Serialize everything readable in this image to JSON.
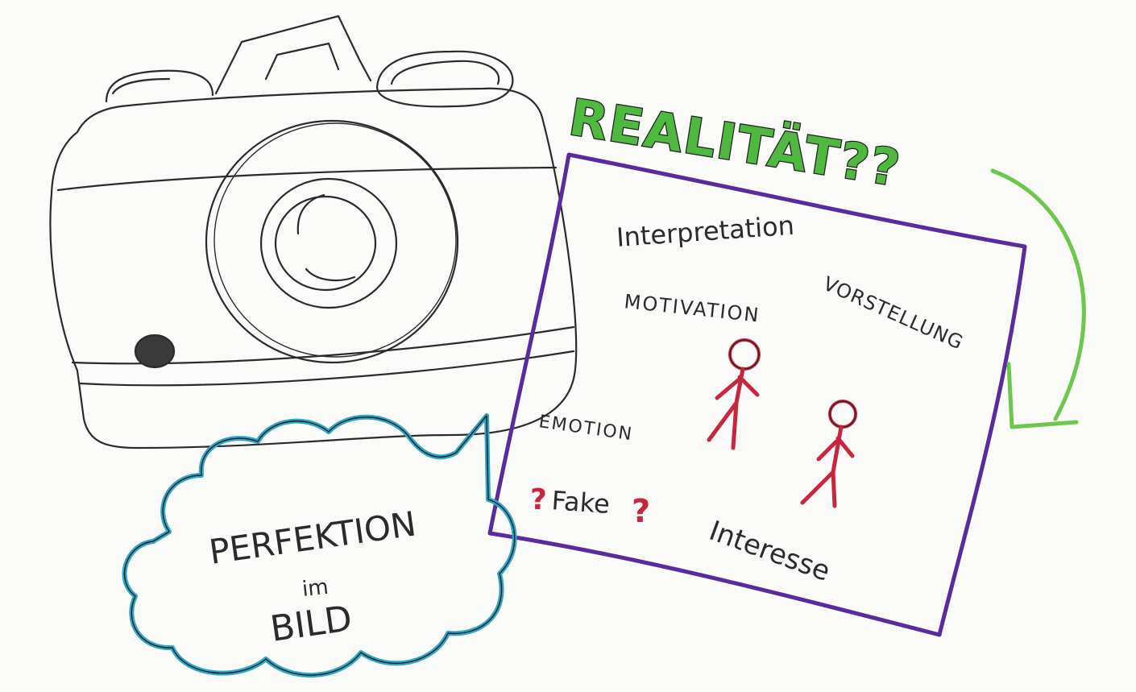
{
  "title": "REALITÄT??",
  "words": {
    "interpretation": "Interpretation",
    "motivation": "MOTIVATION",
    "vorstellung": "VORSTELLUNG",
    "emotion": "EMOTION",
    "fake_q_left": "?",
    "fake": "Fake",
    "fake_q_right": "?",
    "interesse": "Interesse"
  },
  "cloud": {
    "line1": "PERFEKTION",
    "line2": "im",
    "line3": "BILD"
  },
  "colors": {
    "title_green": "#4fb83f",
    "frame_purple": "#5a2aa0",
    "cloud_blue": "#2aa7c9",
    "figure_red": "#c8263d",
    "arrow_green": "#6cc84a",
    "pencil": "#2b2b2b"
  },
  "icons": {
    "camera": "camera-icon",
    "arrow": "curved-arrow-icon",
    "figures": "stick-figure-icon"
  }
}
